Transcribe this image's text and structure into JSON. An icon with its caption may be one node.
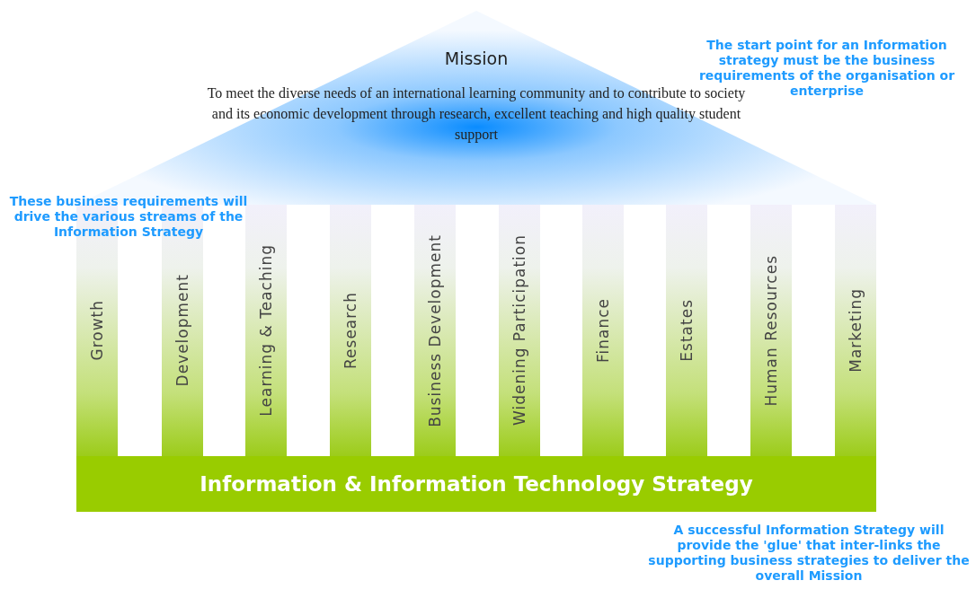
{
  "diagram": {
    "nodes": [
      {
        "text": [
          "Mission",
          "To meet the diverse needs of an international learning community and to contribute to society and its economic development through research, excellent teaching and high quality student support"
        ]
      },
      {
        "text": [
          "Growth"
        ]
      },
      {
        "text": [
          "Development"
        ]
      },
      {
        "text": [
          "Learning & Teaching"
        ]
      },
      {
        "text": [
          "Research"
        ]
      },
      {
        "text": [
          "Business Development"
        ]
      },
      {
        "text": [
          "Widening Participation"
        ]
      },
      {
        "text": [
          "Finance"
        ]
      },
      {
        "text": [
          "Estates"
        ]
      },
      {
        "text": [
          "Human Resources"
        ]
      },
      {
        "text": [
          "Marketing"
        ]
      },
      {
        "text": [
          "Information & Information Technology Strategy"
        ]
      }
    ],
    "edges": [],
    "labels": [
      "The start point for an Information strategy must be the business requirements of the organisation or enterprise",
      "These business requirements will drive the various streams of the Information Strategy",
      "A successful Information Strategy will provide the 'glue' that inter-links the supporting business strategies to deliver the overall Mission"
    ]
  }
}
